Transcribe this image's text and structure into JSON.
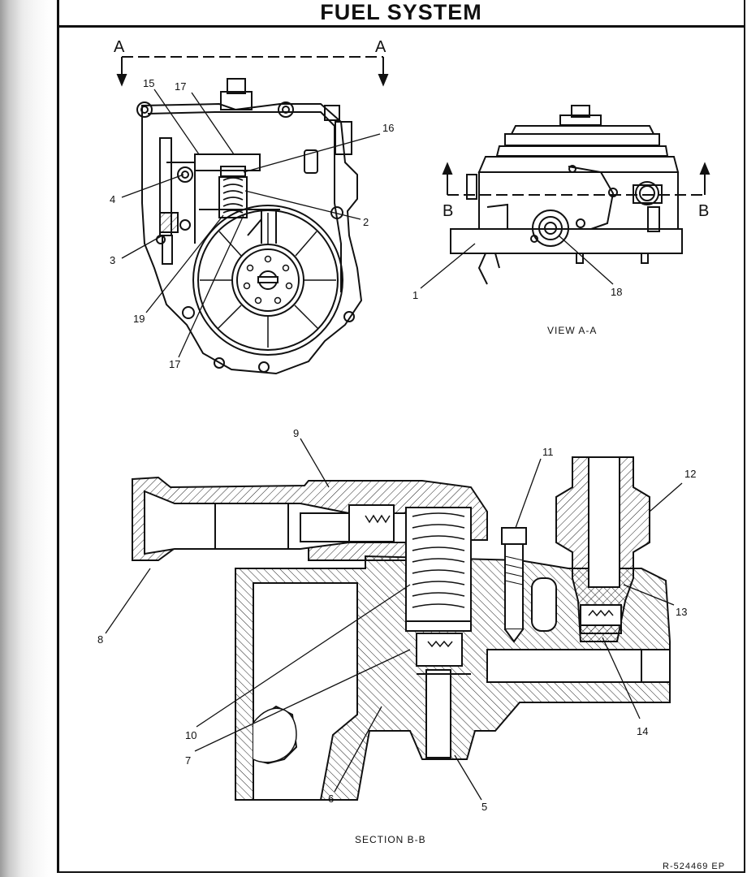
{
  "title": "FUEL SYSTEM",
  "section_markers": {
    "a_left": "A",
    "a_right": "A",
    "b_left": "B",
    "b_right": "B"
  },
  "captions": {
    "view_aa": "VIEW A-A",
    "section_bb": "SECTION B-B"
  },
  "reference": "R-524469 EP",
  "callouts": {
    "c1": "1",
    "c2": "2",
    "c3": "3",
    "c4": "4",
    "c5": "5",
    "c6": "6",
    "c7": "7",
    "c8": "8",
    "c9": "9",
    "c10": "10",
    "c11": "11",
    "c12": "12",
    "c13": "13",
    "c14": "14",
    "c15": "15",
    "c16": "16",
    "c17a": "17",
    "c17b": "17",
    "c18": "18",
    "c19": "19"
  }
}
